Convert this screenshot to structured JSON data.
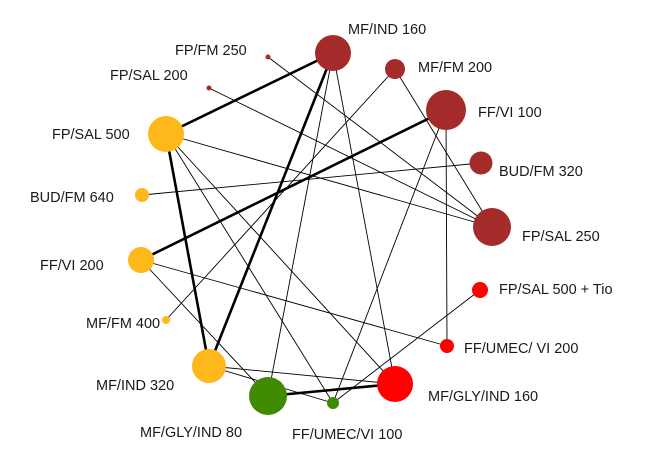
{
  "diagram": {
    "type": "network-meta-analysis",
    "colors": {
      "dark_red": "#a52a2a",
      "red": "#ff0000",
      "orange": "#ffb81c",
      "green": "#3f8a00"
    },
    "nodes": [
      {
        "id": "mf_ind_160",
        "label": "MF/IND 160",
        "color": "dark_red"
      },
      {
        "id": "mf_fm_200",
        "label": "MF/FM 200",
        "color": "dark_red"
      },
      {
        "id": "ff_vi_100",
        "label": "FF/VI 100",
        "color": "dark_red"
      },
      {
        "id": "bud_fm_320",
        "label": "BUD/FM 320",
        "color": "dark_red"
      },
      {
        "id": "fp_sal_250",
        "label": "FP/SAL 250",
        "color": "dark_red"
      },
      {
        "id": "fp_sal_500_tio",
        "label": "FP/SAL 500 + Tio",
        "color": "red"
      },
      {
        "id": "ff_umec_vi_200",
        "label": "FF/UMEC/ VI 200",
        "color": "red"
      },
      {
        "id": "mf_gly_ind_160",
        "label": "MF/GLY/IND 160",
        "color": "red"
      },
      {
        "id": "ff_umec_vi_100",
        "label": "FF/UMEC/VI 100",
        "color": "green"
      },
      {
        "id": "mf_gly_ind_80",
        "label": "MF/GLY/IND 80",
        "color": "green"
      },
      {
        "id": "mf_ind_320",
        "label": "MF/IND 320",
        "color": "orange"
      },
      {
        "id": "mf_fm_400",
        "label": "MF/FM 400",
        "color": "orange"
      },
      {
        "id": "ff_vi_200",
        "label": "FF/VI 200",
        "color": "orange"
      },
      {
        "id": "bud_fm_640",
        "label": "BUD/FM 640",
        "color": "orange"
      },
      {
        "id": "fp_sal_500",
        "label": "FP/SAL 500",
        "color": "orange"
      },
      {
        "id": "fp_sal_200",
        "label": "FP/SAL 200",
        "color": "dark_red"
      },
      {
        "id": "fp_fm_250",
        "label": "FP/FM 250",
        "color": "dark_red"
      }
    ],
    "edges": [
      {
        "from": "fp_sal_500",
        "to": "mf_ind_160",
        "weight": "thick"
      },
      {
        "from": "mf_ind_160",
        "to": "mf_ind_320",
        "weight": "thick"
      },
      {
        "from": "fp_sal_500",
        "to": "mf_ind_320",
        "weight": "thick"
      },
      {
        "from": "ff_vi_200",
        "to": "ff_vi_100",
        "weight": "thick"
      },
      {
        "from": "mf_gly_ind_80",
        "to": "mf_gly_ind_160",
        "weight": "thick"
      },
      {
        "from": "fp_sal_500",
        "to": "fp_sal_250",
        "weight": "thin"
      },
      {
        "from": "fp_sal_500",
        "to": "ff_umec_vi_100",
        "weight": "thin"
      },
      {
        "from": "fp_sal_500",
        "to": "mf_gly_ind_160",
        "weight": "thin"
      },
      {
        "from": "fp_sal_200",
        "to": "fp_sal_250",
        "weight": "thin"
      },
      {
        "from": "fp_fm_250",
        "to": "fp_sal_250",
        "weight": "thin"
      },
      {
        "from": "bud_fm_640",
        "to": "bud_fm_320",
        "weight": "thin"
      },
      {
        "from": "ff_vi_200",
        "to": "ff_umec_vi_200",
        "weight": "thin"
      },
      {
        "from": "ff_vi_200",
        "to": "mf_gly_ind_80",
        "weight": "thin"
      },
      {
        "from": "mf_fm_400",
        "to": "mf_fm_200",
        "weight": "thin"
      },
      {
        "from": "mf_ind_160",
        "to": "mf_gly_ind_80",
        "weight": "thin"
      },
      {
        "from": "mf_ind_160",
        "to": "mf_gly_ind_160",
        "weight": "thin"
      },
      {
        "from": "mf_fm_200",
        "to": "fp_sal_250",
        "weight": "thin"
      },
      {
        "from": "ff_vi_100",
        "to": "ff_umec_vi_200",
        "weight": "thin"
      },
      {
        "from": "ff_vi_100",
        "to": "ff_umec_vi_100",
        "weight": "thin"
      },
      {
        "from": "mf_ind_320",
        "to": "mf_gly_ind_160",
        "weight": "thin"
      },
      {
        "from": "mf_ind_320",
        "to": "ff_umec_vi_100",
        "weight": "thin"
      },
      {
        "from": "fp_sal_500_tio",
        "to": "ff_umec_vi_100",
        "weight": "thin"
      }
    ]
  }
}
